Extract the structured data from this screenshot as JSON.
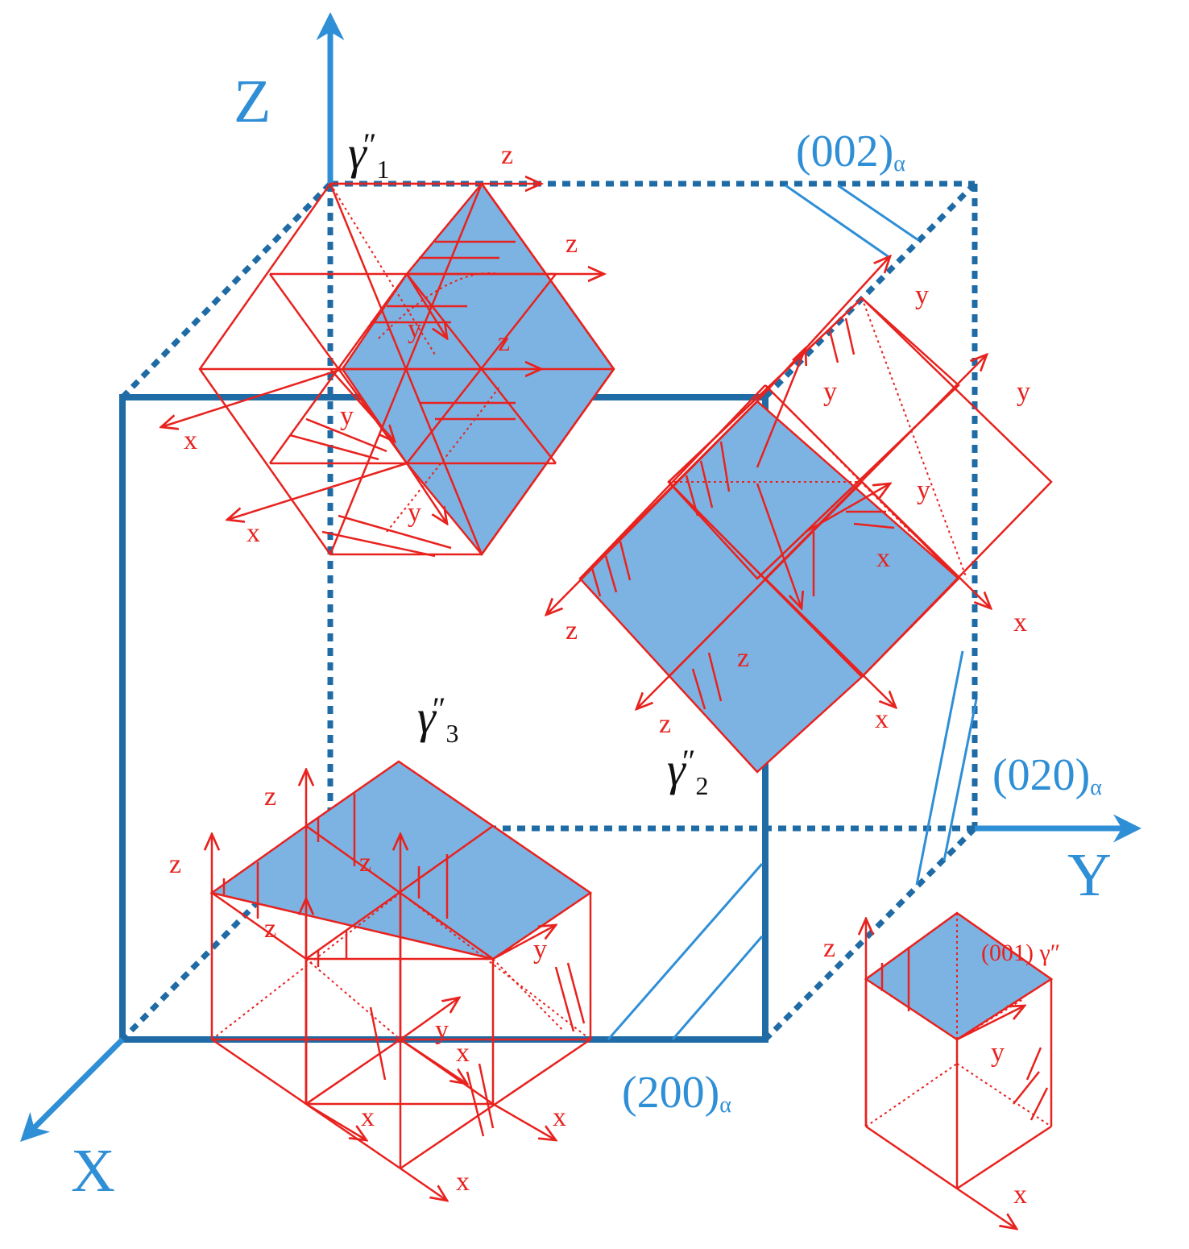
{
  "axes": {
    "z": "Z",
    "y": "Y",
    "x": "X"
  },
  "planes": {
    "p002": "(002)",
    "p020": "(020)",
    "p200": "(200)",
    "sub": "α"
  },
  "variants": {
    "g1": {
      "symbol": "γ",
      "prime": "″",
      "index": "1"
    },
    "g2": {
      "symbol": "γ",
      "prime": "″",
      "index": "2"
    },
    "g3": {
      "symbol": "γ",
      "prime": "″",
      "index": "3"
    }
  },
  "single_cell_label": "(001) γ″",
  "local_axis_letters": {
    "x": "x",
    "y": "y",
    "z": "z"
  },
  "colors": {
    "matrix_blue": "#1f6ba5",
    "axis_blue": "#2f8fd6",
    "precipitate_red": "#e8221e",
    "plane_fill": "#7cb3e3"
  }
}
